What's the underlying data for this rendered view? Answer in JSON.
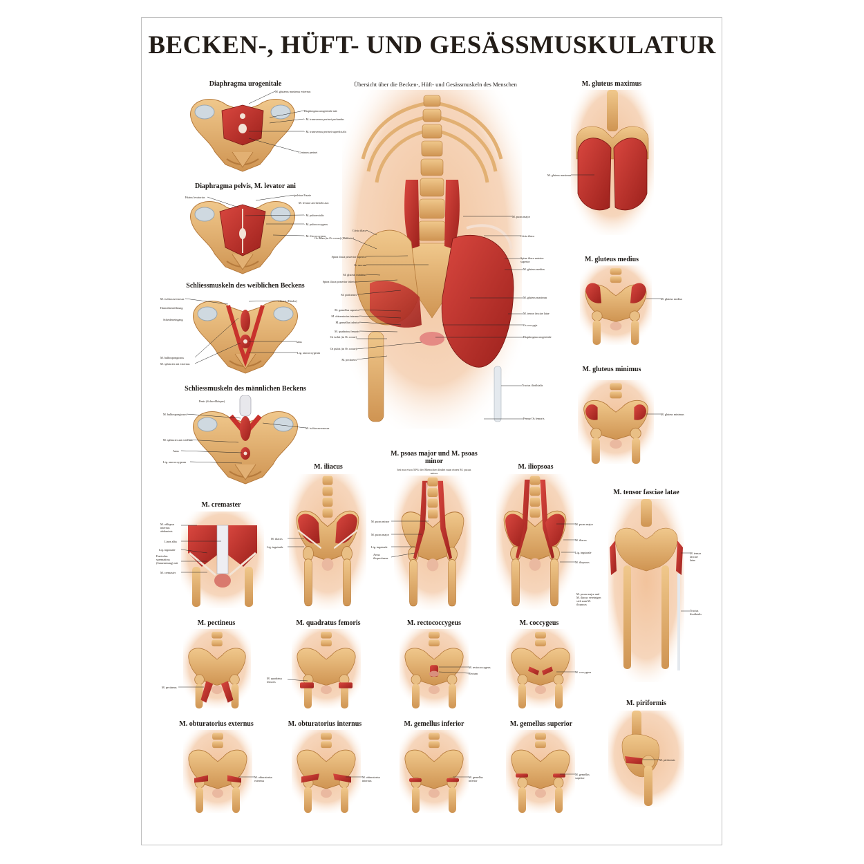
{
  "title": "BECKEN-, HÜFT- UND GESÄSSMUSKULATUR",
  "colors": {
    "muscle": "#c8322c",
    "muscle_dark": "#8e1d19",
    "bone": "#e8b878",
    "bone_shade": "#c98e4a",
    "skin": "#f5d3b5",
    "skin_edge": "#fde9d8",
    "line": "#222222",
    "paper": "#ffffff",
    "frame": "#bdbdbd"
  },
  "panels": {
    "diaphragma_urogenitale": {
      "title": "Diaphragma urogenitale",
      "labels": [
        "M. glutaeus maximus externus",
        "Diaphragma urogenitale mit:",
        "- M. transversus perinei profundus",
        "- M. transversus perinei superficialis",
        "Centrum perinei"
      ]
    },
    "diaphragma_pelvis": {
      "title": "Diaphragma pelvis, M. levator ani",
      "labels_left": [
        "Hiatus levatorius"
      ],
      "labels_right": [
        "pelvine Faszie",
        "M. levator ani besteht aus:",
        "- M. puborectalis",
        "- M. pubococcygeus",
        "- M. iliococcygeus"
      ]
    },
    "schliess_weiblich": {
      "title": "Schliessmuskeln des weiblichen Beckens",
      "labels_left": [
        "M. ischiocavernosus",
        "Harnröhrenöffnung",
        "Scheideneingang",
        "M. bulbospongiosus",
        "M. sphincter ani externus"
      ],
      "labels_right": [
        "Clitoris (Kitzler)",
        "Anus",
        "Lig. anococcygeum"
      ]
    },
    "schliess_maennlich": {
      "title": "Schliessmuskeln des männlichen Beckens",
      "labels_left": [
        "Penis (Schwellkörper)",
        "M. bulbospongiosus",
        "M. sphincter ani externus",
        "Anus",
        "Lig. anococcygeum"
      ],
      "labels_right": [
        "M. ischiocavernosus"
      ]
    },
    "uebersicht": {
      "title": "Übersicht über die Becken-, Hüft- und Gesässmuskeln des Menschen",
      "labels_left": [
        "Crista iliaca",
        "Os ilium (in Os coxae) (Hüftbein)",
        "Spina iliaca posterior superior",
        "Os sacrum",
        "M. gluteus minimus",
        "Spina iliaca posterior inferior",
        "M. piriformis",
        "M. gemellus superior",
        "M. obturatorius internus",
        "M. gemellus inferior",
        "M. quadratus femoris",
        "Os ischii (in Os coxae)",
        "Os pubis (in Os coxae)",
        "M. pectineus"
      ],
      "labels_right": [
        "M. psoas major",
        "Crista iliaca",
        "Spina iliaca anterior superior",
        "M. gluteus medius",
        "M. gluteus maximus",
        "M. tensor fasciae latae",
        "Os coccygis",
        "Diaphragma urogenitale",
        "Tractus iliotibialis",
        "Femur Os femoris"
      ]
    },
    "gluteus_maximus": {
      "title": "M. gluteus maximus",
      "label": "M. gluteus maximus"
    },
    "gluteus_medius": {
      "title": "M. gluteus medius",
      "label": "M. gluteus medius"
    },
    "gluteus_minimus": {
      "title": "M. gluteus minimus",
      "label": "M. gluteus minimus"
    },
    "cremaster": {
      "title": "M. cremaster",
      "labels": [
        "M. obliquus internus abdominis",
        "Linea alba",
        "Lig. inguinale",
        "Funiculus spermaticus (Samenstrang) mit",
        "M. cremaster"
      ]
    },
    "iliacus": {
      "title": "M. iliacus",
      "labels": [
        "M. iliacus",
        "Lig. inguinale"
      ]
    },
    "psoas": {
      "title": "M. psoas major und M. psoas minor",
      "subtitle": "bei nur etwa 50% der Menschen findet man einen M. psoas minor",
      "labels": [
        "M. psoas minor",
        "M. psoas major",
        "Lig. inguinale",
        "Arcus iliopectineus"
      ]
    },
    "iliopsoas": {
      "title": "M. iliopsoas",
      "labels": [
        "M. psoas major",
        "M. iliacus",
        "Lig. inguinale",
        "M. iliopsoas",
        "M. psoas major und M. iliacus vereinigen sich zum M. iliopsoas"
      ]
    },
    "tensor": {
      "title": "M. tensor fasciae latae",
      "labels": [
        "M. tensor fasciae latae",
        "Tractus iliotibialis"
      ]
    },
    "pectineus": {
      "title": "M. pectineus",
      "label": "M. pectineus"
    },
    "quadratus": {
      "title": "M. quadratus femoris",
      "label": "M. quadratus femoris"
    },
    "rectococcygeus": {
      "title": "M. rectococcygeus",
      "labels": [
        "M. rectococcygeus",
        "Rectum"
      ]
    },
    "coccygeus": {
      "title": "M. coccygeus",
      "label": "M. coccygeus"
    },
    "piriformis": {
      "title": "M. piriformis",
      "label": "M. piriformis"
    },
    "obt_externus": {
      "title": "M. obturatorius externus",
      "label": "M. obturatorius externus"
    },
    "obt_internus": {
      "title": "M. obturatorius internus",
      "label": "M. obturatorius internus"
    },
    "gem_inferior": {
      "title": "M. gemellus inferior",
      "label": "M. gemellus inferior"
    },
    "gem_superior": {
      "title": "M. gemellus superior",
      "label": "M. gemellus superior"
    }
  }
}
